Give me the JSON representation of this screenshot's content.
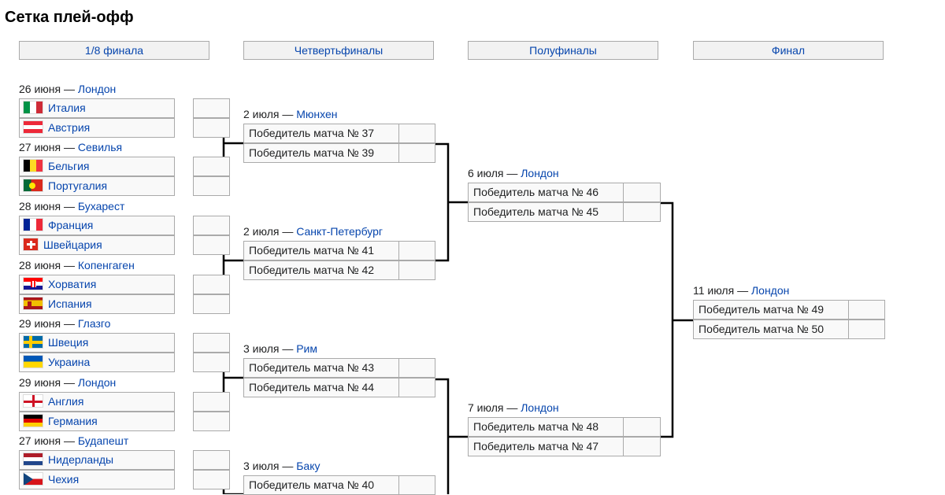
{
  "title": "Сетка плей-офф",
  "rounds": [
    "1/8 финала",
    "Четвертьфиналы",
    "Полуфиналы",
    "Финал"
  ],
  "round16": [
    {
      "date": "26 июня —",
      "city": "Лондон",
      "teams": [
        {
          "name": "Италия",
          "flag": "italy-flag"
        },
        {
          "name": "Австрия",
          "flag": "austria-flag"
        }
      ]
    },
    {
      "date": "27 июня —",
      "city": "Севилья",
      "teams": [
        {
          "name": "Бельгия",
          "flag": "belgium-flag"
        },
        {
          "name": "Португалия",
          "flag": "portugal-flag"
        }
      ]
    },
    {
      "date": "28 июня —",
      "city": "Бухарест",
      "teams": [
        {
          "name": "Франция",
          "flag": "france-flag"
        },
        {
          "name": "Швейцария",
          "flag": "switzerland-flag"
        }
      ]
    },
    {
      "date": "28 июня —",
      "city": "Копенгаген",
      "teams": [
        {
          "name": "Хорватия",
          "flag": "croatia-flag"
        },
        {
          "name": "Испания",
          "flag": "spain-flag"
        }
      ]
    },
    {
      "date": "29 июня —",
      "city": "Глазго",
      "teams": [
        {
          "name": "Швеция",
          "flag": "sweden-flag"
        },
        {
          "name": "Украина",
          "flag": "ukraine-flag"
        }
      ]
    },
    {
      "date": "29 июня —",
      "city": "Лондон",
      "teams": [
        {
          "name": "Англия",
          "flag": "england-flag"
        },
        {
          "name": "Германия",
          "flag": "germany-flag"
        }
      ]
    },
    {
      "date": "27 июня —",
      "city": "Будапешт",
      "teams": [
        {
          "name": "Нидерланды",
          "flag": "netherlands-flag"
        },
        {
          "name": "Чехия",
          "flag": "czechia-flag"
        }
      ]
    }
  ],
  "quarterfinals": [
    {
      "date": "2 июля —",
      "city": "Мюнхен",
      "teams": [
        "Победитель матча № 37",
        "Победитель матча № 39"
      ]
    },
    {
      "date": "2 июля —",
      "city": "Санкт-Петербург",
      "teams": [
        "Победитель матча № 41",
        "Победитель матча № 42"
      ]
    },
    {
      "date": "3 июля —",
      "city": "Рим",
      "teams": [
        "Победитель матча № 43",
        "Победитель матча № 44"
      ]
    },
    {
      "date": "3 июля —",
      "city": "Баку",
      "teams": [
        "Победитель матча № 40"
      ]
    }
  ],
  "semifinals": [
    {
      "date": "6 июля —",
      "city": "Лондон",
      "teams": [
        "Победитель матча № 46",
        "Победитель матча № 45"
      ]
    },
    {
      "date": "7 июля —",
      "city": "Лондон",
      "teams": [
        "Победитель матча № 48",
        "Победитель матча № 47"
      ]
    }
  ],
  "final": {
    "date": "11 июля —",
    "city": "Лондон",
    "teams": [
      "Победитель матча № 49",
      "Победитель матча № 50"
    ]
  },
  "colors": {
    "link": "#0645ad",
    "cell_bg": "#f9f9f9",
    "border": "#aaaaaa",
    "header_bg": "#f2f2f2",
    "line": "#000000"
  }
}
